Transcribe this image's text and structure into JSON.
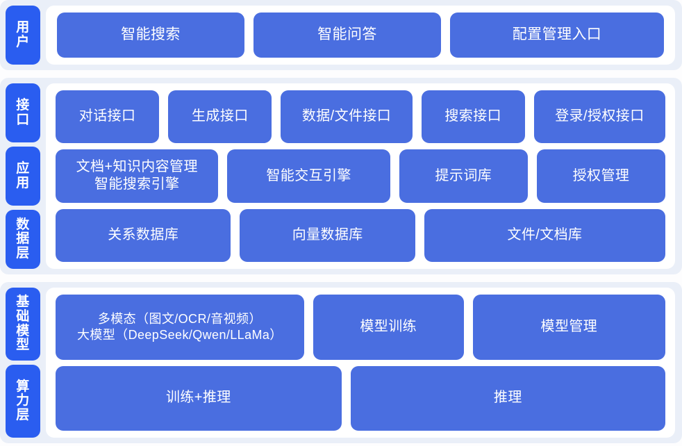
{
  "sections": [
    {
      "id": "user",
      "rail": [
        {
          "label": "用户",
          "name": "rail-label-user"
        }
      ],
      "rows": [
        {
          "name": "user-row",
          "boxes": [
            {
              "label": "智能搜索",
              "name": "box-intelligent-search",
              "width": "w-1"
            },
            {
              "label": "智能问答",
              "name": "box-intelligent-qa",
              "width": "w-1"
            },
            {
              "label": "配置管理入口",
              "name": "box-config-management-entry",
              "width": "w-115"
            }
          ]
        }
      ]
    },
    {
      "id": "middle",
      "rail": [
        {
          "label": "接口",
          "name": "rail-label-interface"
        },
        {
          "label": "应用",
          "name": "rail-label-application"
        },
        {
          "label": "数据层",
          "name": "rail-label-data-layer"
        }
      ],
      "rows": [
        {
          "name": "interface-row",
          "boxes": [
            {
              "label": "对话接口",
              "name": "box-dialogue-interface",
              "width": "w-1"
            },
            {
              "label": "生成接口",
              "name": "box-generation-interface",
              "width": "w-1"
            },
            {
              "label": "数据/文件接口",
              "name": "box-data-file-interface",
              "width": "w-13"
            },
            {
              "label": "搜索接口",
              "name": "box-search-interface",
              "width": "w-1"
            },
            {
              "label": "登录/授权接口",
              "name": "box-login-auth-interface",
              "width": "w-13"
            }
          ]
        },
        {
          "name": "application-row",
          "boxes": [
            {
              "label": "文档+知识内容管理\n智能搜索引擎",
              "name": "box-doc-knowledge-management",
              "width": "w-155"
            },
            {
              "label": "智能交互引擎",
              "name": "box-intelligent-interaction-engine",
              "width": "w-155"
            },
            {
              "label": "提示词库",
              "name": "box-prompt-library",
              "width": "w-12"
            },
            {
              "label": "授权管理",
              "name": "box-authorization-management",
              "width": "w-12"
            }
          ]
        },
        {
          "name": "data-layer-row",
          "boxes": [
            {
              "label": "关系数据库",
              "name": "box-relational-database",
              "width": "w-1"
            },
            {
              "label": "向量数据库",
              "name": "box-vector-database",
              "width": "w-1"
            },
            {
              "label": "文件/文档库",
              "name": "box-file-document-repository",
              "width": "w-14"
            }
          ]
        }
      ]
    },
    {
      "id": "base",
      "rail": [
        {
          "label": "基础模型",
          "name": "rail-label-base-model"
        },
        {
          "label": "算力层",
          "name": "rail-label-compute-layer"
        }
      ],
      "rows": [
        {
          "name": "base-model-row",
          "boxes": [
            {
              "label": "多模态（图文/OCR/音视频）\n大模型（DeepSeek/Qwen/LLaMa）",
              "name": "box-multimodal-large-model",
              "width": "w-17",
              "size": "box-sm"
            },
            {
              "label": "模型训练",
              "name": "box-model-training",
              "width": "w-1"
            },
            {
              "label": "模型管理",
              "name": "box-model-management",
              "width": "w-13"
            }
          ]
        },
        {
          "name": "compute-layer-row",
          "boxes": [
            {
              "label": "训练+推理",
              "name": "box-training-inference",
              "width": "w-19"
            },
            {
              "label": "推理",
              "name": "box-inference",
              "width": "w-21"
            }
          ]
        }
      ]
    }
  ],
  "colors": {
    "page_background": "#fdfdfe",
    "panel_background": "#eaeff8",
    "card_background": "#ffffff",
    "rail_blue": "#2a5df0",
    "box_blue": "#4a6ee0",
    "text_on_blue": "#ffffff"
  }
}
